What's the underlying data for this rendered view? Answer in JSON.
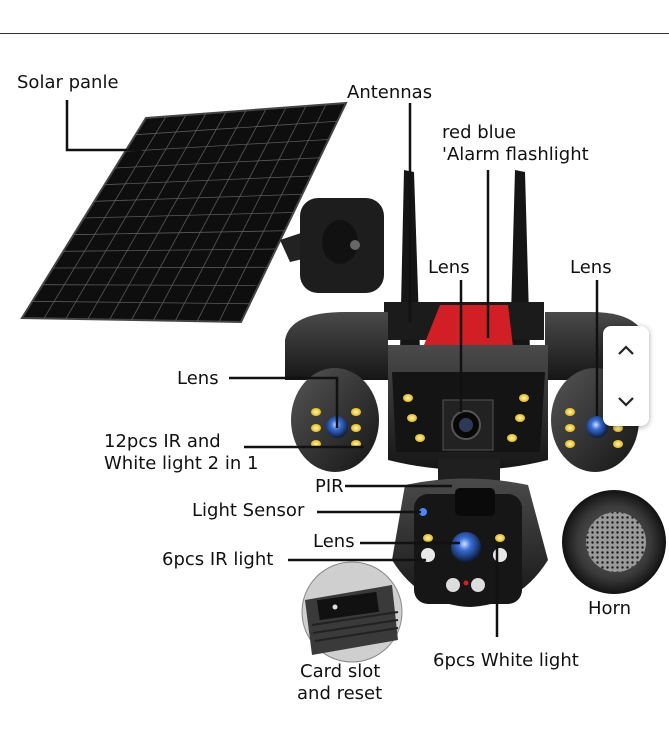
{
  "labels": {
    "solar_panel": "Solar panle",
    "antennas": "Antennas",
    "alarm_line1": "red blue",
    "alarm_line2": "'Alarm flashlight",
    "lens_center": "Lens",
    "lens_right": "Lens",
    "lens_left": "Lens",
    "ir_white_line1": "12pcs IR and",
    "ir_white_line2": "White light 2 in 1",
    "pir": "PIR",
    "light_sensor": "Light Sensor",
    "lens_bottom": "Lens",
    "ir_light": "6pcs IR light",
    "horn": "Horn",
    "card_line1": "Card slot",
    "card_line2": "and reset",
    "white_light": "6pcs White light"
  },
  "colors": {
    "camera_body": "#2a2a2a",
    "alarm_red": "#d21f26",
    "led_yellow": "#f4d23a",
    "lens_blue": "#3a6fd8"
  },
  "nav": {
    "up_icon": "chevron-up-icon",
    "down_icon": "chevron-down-icon"
  }
}
